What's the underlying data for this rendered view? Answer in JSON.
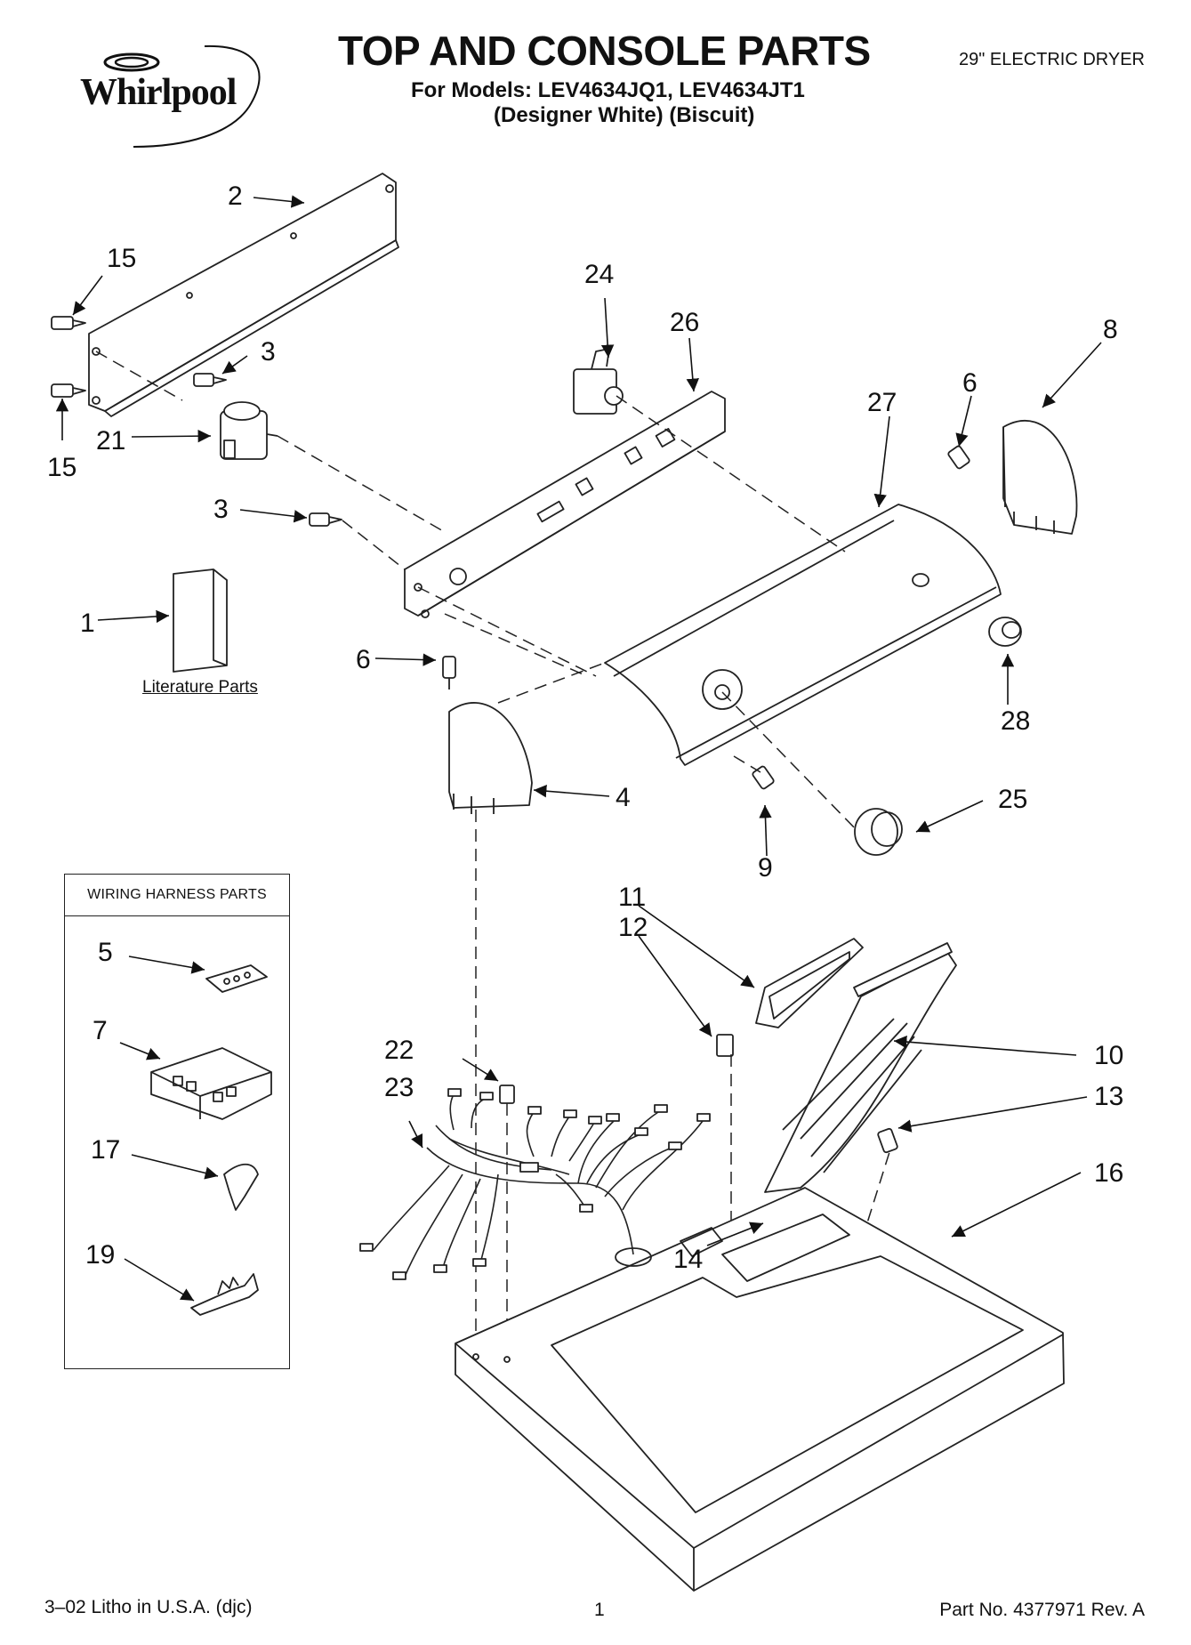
{
  "header": {
    "brand": "Whirlpool",
    "title": "TOP AND CONSOLE PARTS",
    "models_line": "For Models: LEV4634JQ1, LEV4634JT1",
    "colors_line": "(Designer White) (Biscuit)",
    "product": "29\" ELECTRIC DRYER"
  },
  "labels": {
    "literature": "Literature Parts",
    "wiring_box_title": "WIRING HARNESS PARTS"
  },
  "callouts": {
    "c1": "1",
    "c2": "2",
    "c3a": "3",
    "c3b": "3",
    "c4": "4",
    "c5": "5",
    "c6a": "6",
    "c6b": "6",
    "c7": "7",
    "c8": "8",
    "c9": "9",
    "c10": "10",
    "c11": "11",
    "c12": "12",
    "c13": "13",
    "c14": "14",
    "c15a": "15",
    "c15b": "15",
    "c16": "16",
    "c17": "17",
    "c19": "19",
    "c21": "21",
    "c22": "22",
    "c23": "23",
    "c24": "24",
    "c25": "25",
    "c26": "26",
    "c27": "27",
    "c28": "28"
  },
  "footer": {
    "litho": "3–02 Litho in U.S.A. (djc)",
    "page": "1",
    "part_no": "Part No. 4377971 Rev. A"
  }
}
